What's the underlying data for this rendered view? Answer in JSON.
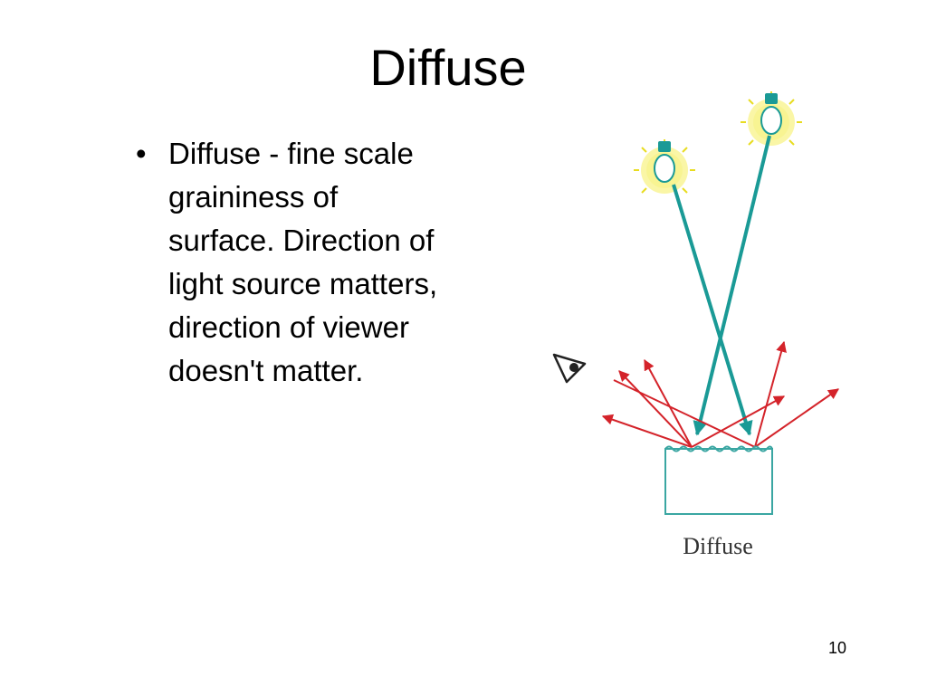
{
  "slide": {
    "title": "Diffuse",
    "bullet_marker": "•",
    "bullet_text": "Diffuse - fine scale graininess of surface. Direction of light source matters, direction of viewer doesn't matter.",
    "page_number": "10"
  },
  "diagram": {
    "caption": "Diffuse",
    "icons": [
      "light-bulb-icon",
      "light-bulb-icon",
      "eye-icon"
    ],
    "colors": {
      "incident_ray": "#1a9a96",
      "reflected_ray": "#d4232a",
      "surface": "#3aa6a2",
      "bulb_glow": "#f3ea3a",
      "caption": "#333333"
    }
  }
}
